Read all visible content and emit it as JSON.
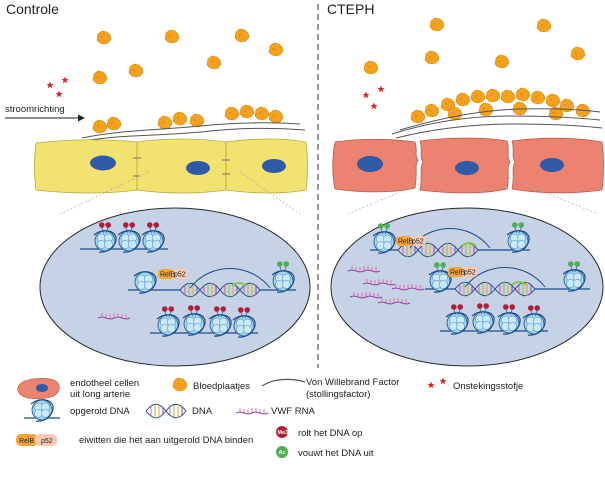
{
  "panels": {
    "control_title": "Controle",
    "cteph_title": "CTEPH",
    "flow_label": "stroomrichting"
  },
  "proteins": {
    "relb": "RelB",
    "p52": "p52"
  },
  "legend": {
    "endothelial_line1": "endotheel cellen",
    "endothelial_line2": "uit long arterie",
    "platelets": "Bloedplaatjes",
    "vwf_line1": "Von Willebrand Factor",
    "vwf_line2": "(stollingsfactor)",
    "inflammation": "Onstekingsstofje",
    "coiled_dna": "opgerold DNA",
    "dna": "DNA",
    "vwf_rna": "VWF RNA",
    "binding_proteins": "eiwitten die het aan uitgerold DNA binden",
    "me3_mark": "Me3",
    "me3_text": "rolt het DNA op",
    "ac_mark": "Ac",
    "ac_text": "vouwt het DNA uit"
  },
  "colors": {
    "endothelial_control": "#f2e26f",
    "endothelial_cteph": "#ec8270",
    "platelet": "#f5a11c",
    "nucleus_ellipse": "#c6d2e6",
    "cell_nucleus": "#2f5aa8",
    "me3": "#b01e3c",
    "ac": "#4caf50",
    "relb": "#f7a637",
    "p52": "#f9c9b2",
    "inflammation": "#e02020"
  }
}
